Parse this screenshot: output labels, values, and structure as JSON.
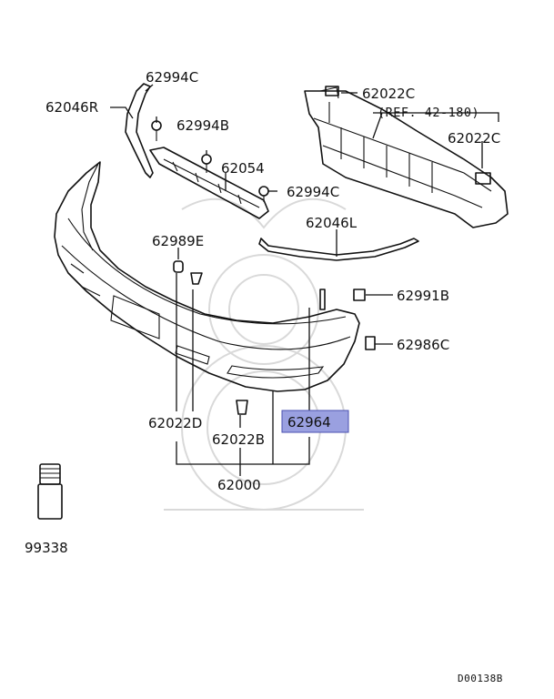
{
  "labels": {
    "p62994C_top": "62994C",
    "p62046R": "62046R",
    "p62994B": "62994B",
    "p62054": "62054",
    "p62994C_mid": "62994C",
    "p62022C_top": "62022C",
    "ref": "(REF. 42-180)",
    "p62022C_right": "62022C",
    "p62046L": "62046L",
    "p62989E": "62989E",
    "p62991B": "62991B",
    "p62986C": "62986C",
    "p62022D": "62022D",
    "p62964": "62964",
    "p62022B": "62022B",
    "p62000": "62000",
    "p99338": "99338"
  },
  "diagram_code": "D00138B",
  "colors": {
    "highlight_fill": "#9aa0e0",
    "highlight_border": "#4a4fb0",
    "line": "#111111",
    "watermark": "#d9d9d9"
  }
}
